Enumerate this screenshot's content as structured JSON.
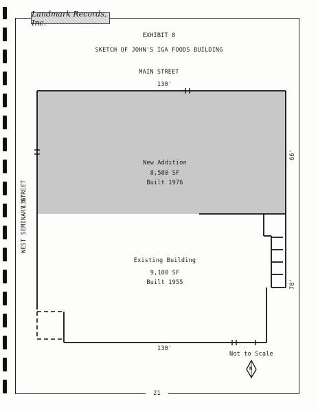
{
  "header": {
    "logo_text": "Landmark Records, Inc.",
    "exhibit": "EXHIBIT 8",
    "title": "SKETCH OF JOHN'S IGA FOODS BUILDING"
  },
  "streets": {
    "main": "MAIN STREET",
    "west": "WEST SEMINARY STREET"
  },
  "dimensions": {
    "top": "130'",
    "bottom": "130'",
    "left": "136'",
    "right_upper": "66'",
    "right_lower": "70'"
  },
  "new_addition": {
    "name": "New Addition",
    "area": "8,580 SF",
    "built": "Built 1976",
    "fill_color": "#c8c8c8"
  },
  "existing_building": {
    "name": "Existing Building",
    "area": "9,100 SF",
    "built": "Built 1955"
  },
  "scale_note": "Not to Scale",
  "north_label": "N",
  "page_number": "21"
}
